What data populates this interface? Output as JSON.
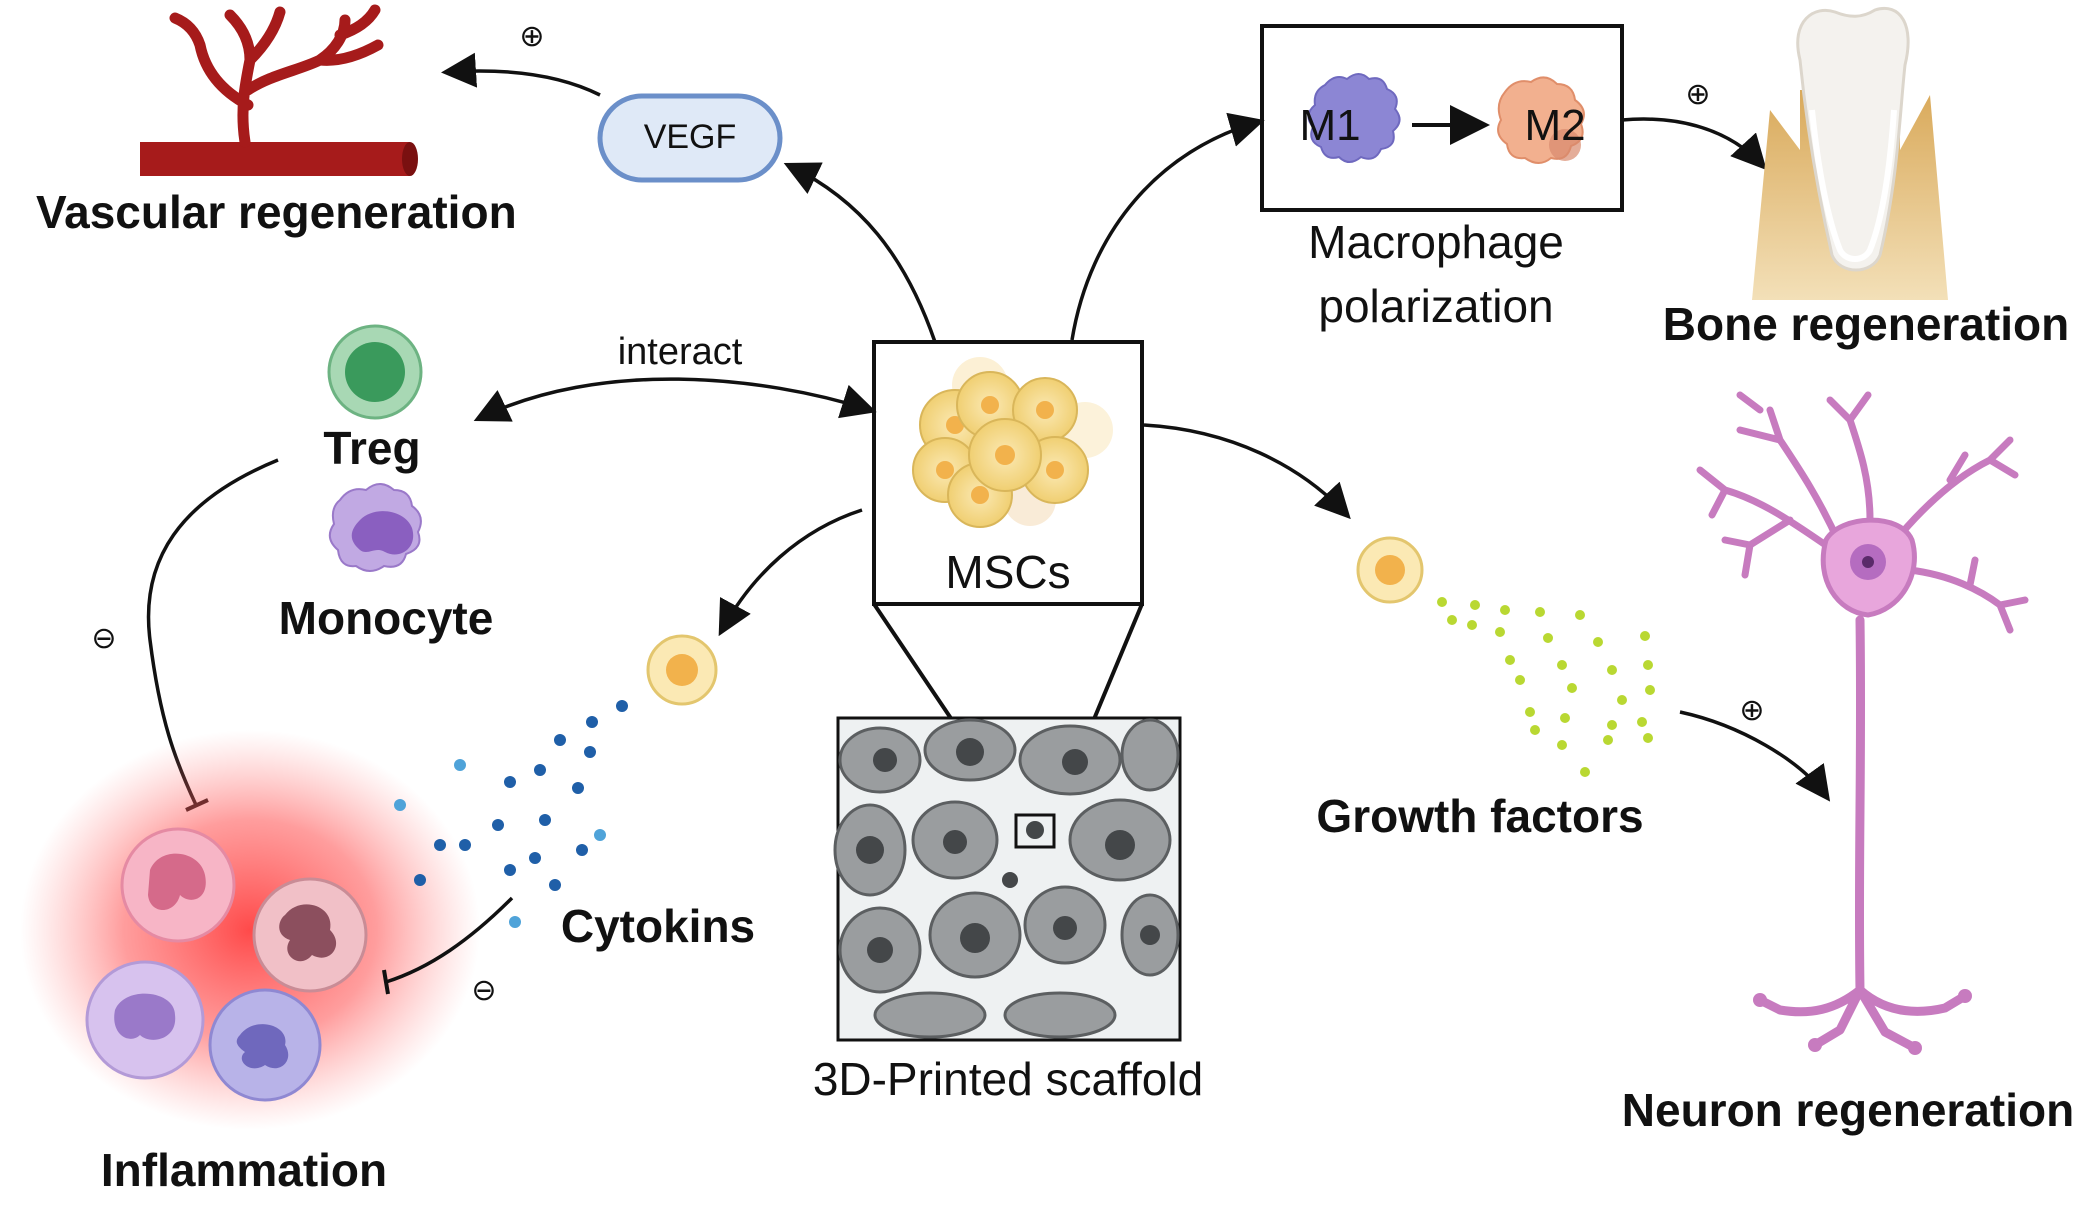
{
  "labels": {
    "vegf": "VEGF",
    "vascular": "Vascular regeneration",
    "m1": "M1",
    "m2": "M2",
    "macrophage_line1": "Macrophage",
    "macrophage_line2": "polarization",
    "bone": "Bone regeneration",
    "interact": "interact",
    "treg": "Treg",
    "monocyte": "Monocyte",
    "mscs": "MSCs",
    "growth_factors": "Growth factors",
    "neuron": "Neuron regeneration",
    "cytokins": "Cytokins",
    "inflammation": "Inflammation",
    "scaffold": "3D-Printed scaffold"
  },
  "signs": {
    "plus": "⊕",
    "minus": "⊖"
  },
  "colors": {
    "vessel": "#a61b1b",
    "vegf_fill": "#dfe9f7",
    "vegf_stroke": "#6b8fc9",
    "m1": "#8c86d4",
    "m2": "#f2b08f",
    "treg": "#3a9a5c",
    "monocyte": "#9a79c9",
    "msc": "#f4d98a",
    "growth_dots": "#b9d832",
    "cytokine_dots": "#1f5fa8",
    "neuron": "#c77bbf",
    "inflammation_glow": "#ff3b3b"
  }
}
